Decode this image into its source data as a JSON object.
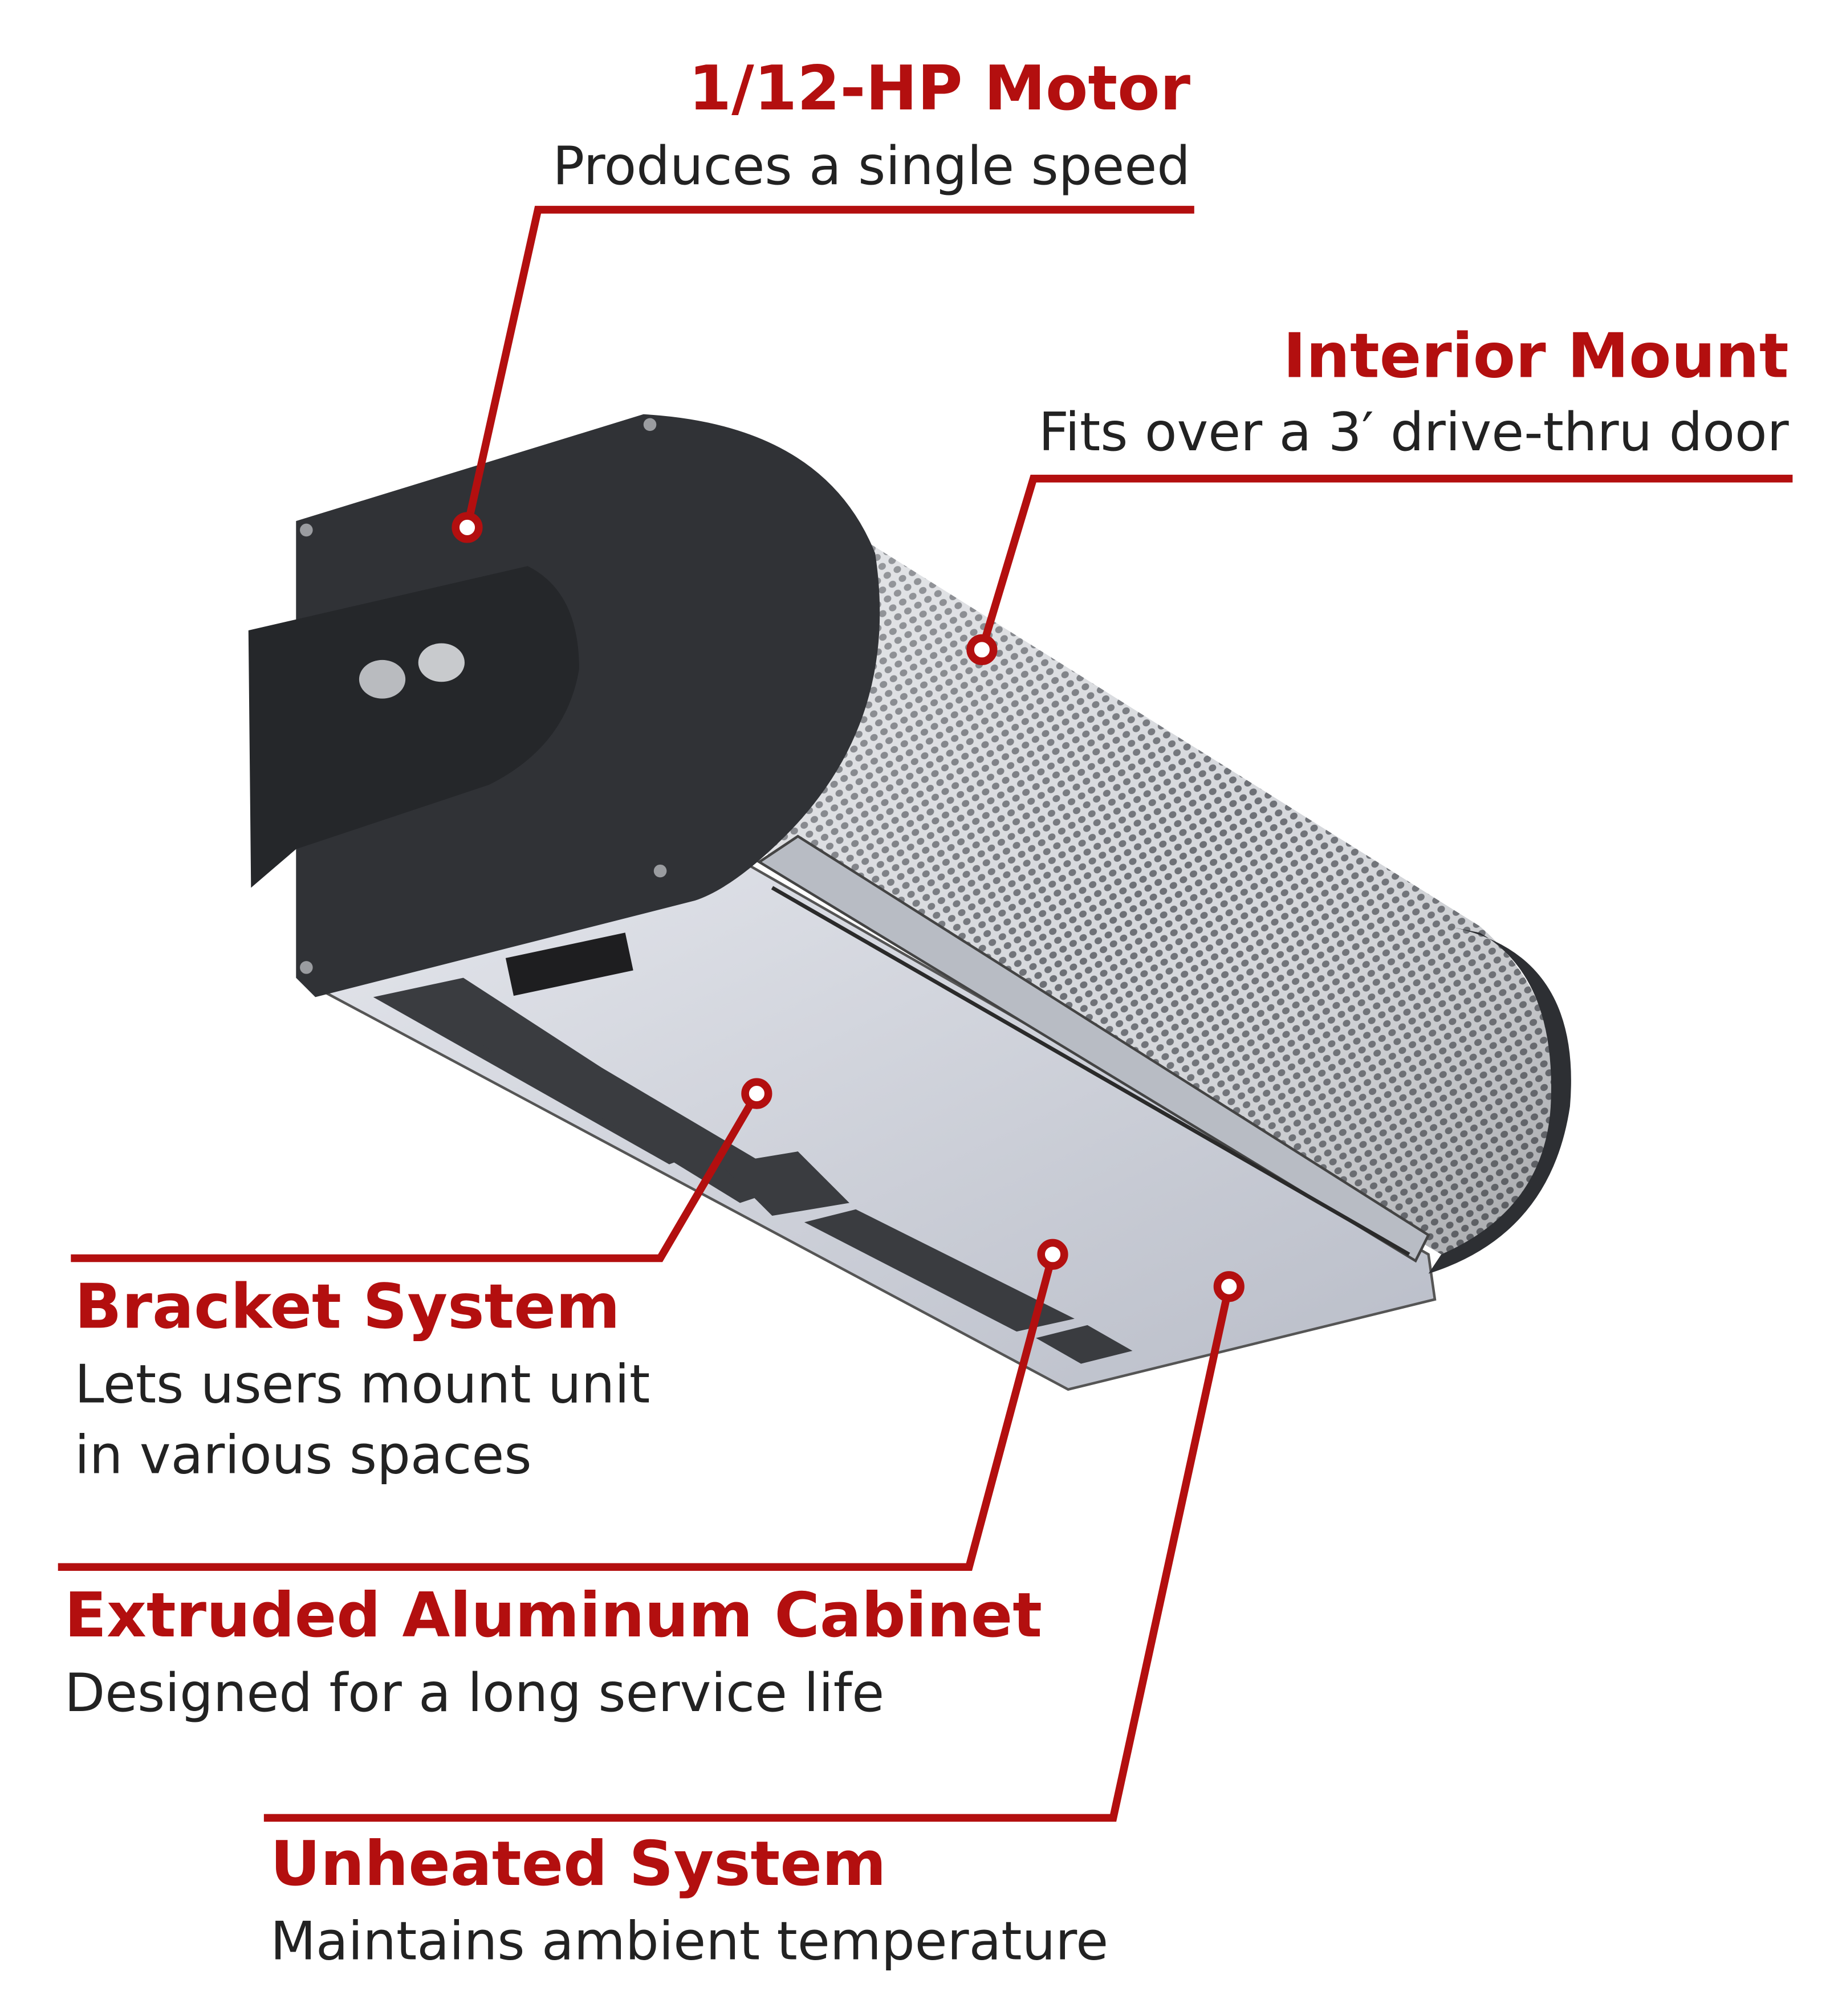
{
  "colors": {
    "accent": "#b30f0f",
    "text": "#222222"
  },
  "callouts": [
    {
      "title": "1/12-HP Motor",
      "lines": [
        "Produces a single speed"
      ]
    },
    {
      "title": "Interior Mount",
      "lines": [
        "Fits over a 3′ drive-thru door"
      ]
    },
    {
      "title": "Bracket System",
      "lines": [
        "Lets users mount unit",
        "in various spaces"
      ]
    },
    {
      "title": "Extruded Aluminum Cabinet",
      "lines": [
        "Designed for a long service life"
      ]
    },
    {
      "title": "Unheated System",
      "lines": [
        "Maintains ambient temperature"
      ]
    }
  ]
}
